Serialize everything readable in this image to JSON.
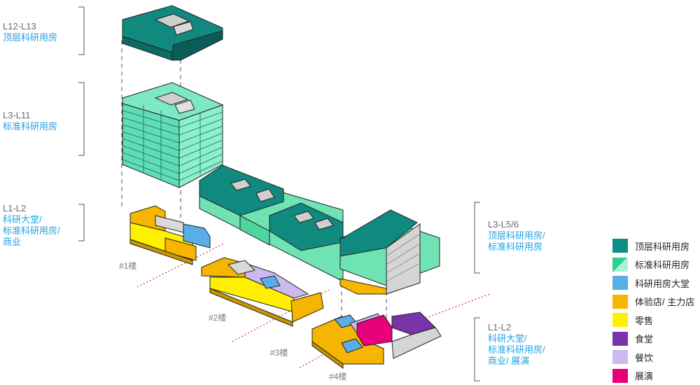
{
  "labels": {
    "top_group": {
      "range": "L12-L13",
      "program": "顶层科研用房"
    },
    "std_group": {
      "range": "L3-L11",
      "program": "标准科研用房"
    },
    "low_left_group": {
      "range": "L1-L2",
      "program_lines": [
        "科研大堂/",
        "标准科研用房/",
        "商业"
      ]
    },
    "mid_right_group": {
      "range": "L3-L5/6",
      "program_lines": [
        "顶层科研用房/",
        "标准科研用房"
      ]
    },
    "low_right_group": {
      "range": "L1-L2",
      "program_lines": [
        "科研大堂/",
        "标准科研用房/",
        "商业/ 展演"
      ]
    }
  },
  "buildings": [
    "#1楼",
    "#2楼",
    "#3楼",
    "#4楼"
  ],
  "legend": [
    {
      "label": "顶层科研用房",
      "color": "#0e8f84"
    },
    {
      "label": "标准科研用房",
      "color": "#6fe3b3",
      "color2": "#a6f4d8"
    },
    {
      "label": "科研用房大堂",
      "color": "#5aaee8"
    },
    {
      "label": "体验店/ 主力店",
      "color": "#f6b500"
    },
    {
      "label": "零售",
      "color": "#ffef00"
    },
    {
      "label": "食堂",
      "color": "#7a33a8"
    },
    {
      "label": "餐饮",
      "color": "#cdb8f0"
    },
    {
      "label": "展演",
      "color": "#e8007a"
    }
  ]
}
